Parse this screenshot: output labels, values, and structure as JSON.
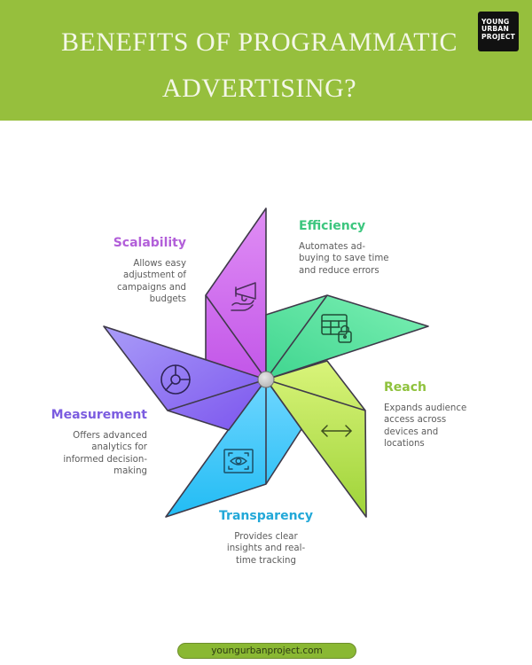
{
  "header": {
    "title_line1": "BENEFITS OF PROGRAMMATIC",
    "title_line2": "ADVERTISING?",
    "background": "#96bf3d",
    "logo": {
      "line1": "YOUNG",
      "line2": "URBAN",
      "line3": "PROJECT"
    }
  },
  "benefits": [
    {
      "title": "Scalability",
      "description_lines": [
        "Allows easy",
        "adjustment of",
        "campaigns and",
        "budgets"
      ],
      "color": "#b25fd9",
      "icon": "megaphone-hand-icon"
    },
    {
      "title": "Efficiency",
      "description_lines": [
        "Automates ad-",
        "buying to save time",
        "and reduce errors"
      ],
      "color": "#3cc67e",
      "icon": "table-lock-icon"
    },
    {
      "title": "Reach",
      "description_lines": [
        "Expands audience",
        "access across",
        "devices and",
        "locations"
      ],
      "color": "#8fc23d",
      "icon": "arrows-horizontal-icon"
    },
    {
      "title": "Transparency",
      "description_lines": [
        "Provides clear",
        "insights and real-",
        "time tracking"
      ],
      "color": "#22a8d8",
      "icon": "eye-scan-icon"
    },
    {
      "title": "Measurement",
      "description_lines": [
        "Offers advanced",
        "analytics for",
        "informed decision-",
        "making"
      ],
      "color": "#7b5ce0",
      "icon": "donut-chart-icon"
    }
  ],
  "footer": {
    "url": "youngurbanproject.com"
  }
}
